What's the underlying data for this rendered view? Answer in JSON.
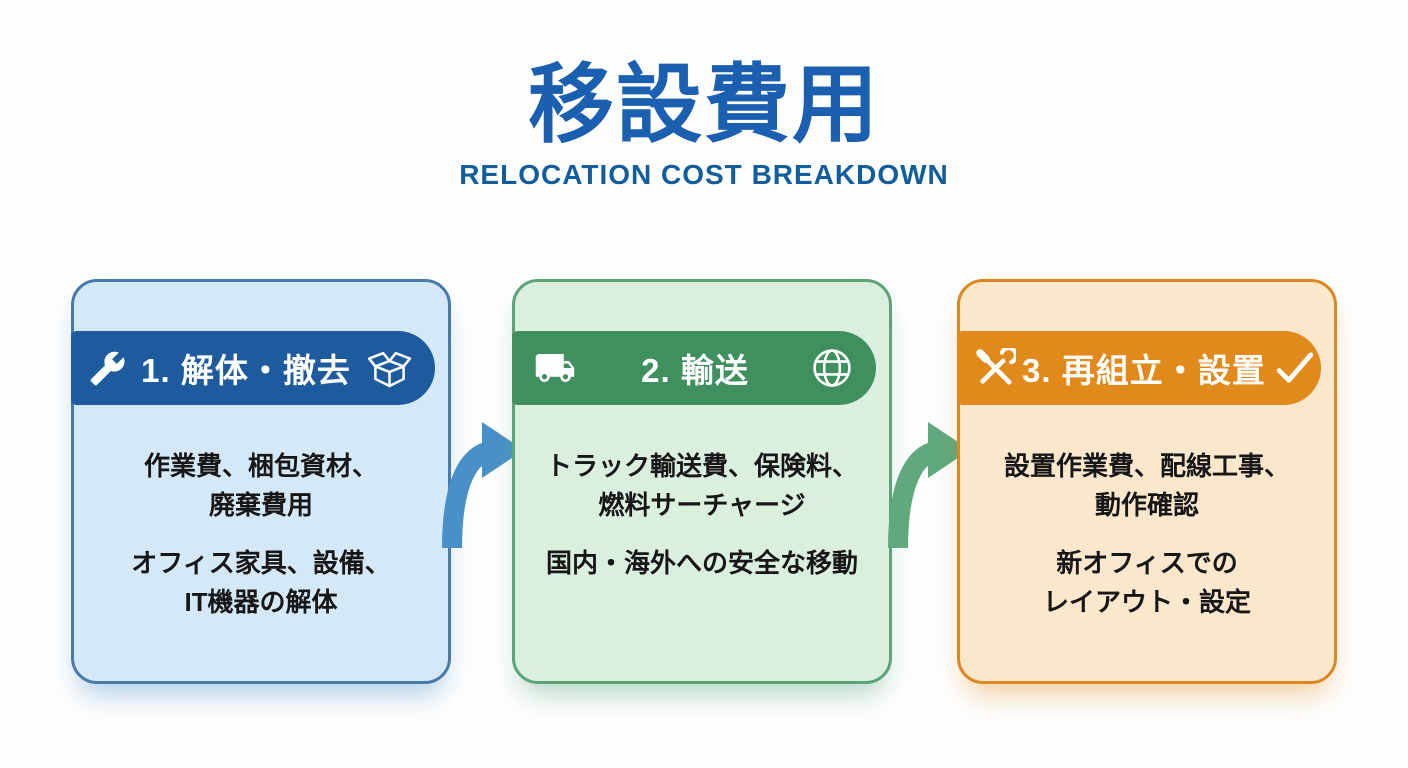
{
  "title": "移設費用",
  "subtitle": "RELOCATION COST BREAKDOWN",
  "colors": {
    "title_text": "#1b5fb0",
    "subtitle_text": "#125d9c",
    "page_background": "#fefefe",
    "body_text": "#171717"
  },
  "steps": [
    {
      "header": "1. 解体・撤去",
      "icon_left": "wrench-icon",
      "icon_right": "open-box-icon",
      "para1": "作業費、梱包資材、\n廃棄費用",
      "para2": "オフィス家具、設備、\nIT機器の解体",
      "colors": {
        "header_bg": "#1d5b9e",
        "card_bg": "#d5e8f7",
        "card_border": "#4779ab",
        "glow": "rgba(74,144,200,0.45)"
      }
    },
    {
      "header": "2. 輸送",
      "icon_left": "truck-icon",
      "icon_right": "globe-icon",
      "para1": "トラック輸送費、保険料、\n燃料サーチャージ",
      "para2": "国内・海外への安全な移動",
      "colors": {
        "header_bg": "#40905f",
        "card_bg": "#dbefdf",
        "card_border": "#5aa477",
        "glow": "rgba(95,169,125,0.45)"
      }
    },
    {
      "header": "3. 再組立・設置",
      "icon_left": "crossed-tools-icon",
      "icon_right": "check-icon",
      "para1": "設置作業費、配線工事、\n動作確認",
      "para2": "新オフィスでの\nレイアウト・設定",
      "colors": {
        "header_bg": "#e2891c",
        "card_bg": "#fbe7cc",
        "card_border": "#db8820",
        "glow": "rgba(224,138,30,0.42)"
      }
    }
  ],
  "arrows": [
    {
      "name": "flow-arrow-icon",
      "color": "#4a90c8"
    },
    {
      "name": "flow-arrow-icon",
      "color": "#5fa97d"
    }
  ]
}
